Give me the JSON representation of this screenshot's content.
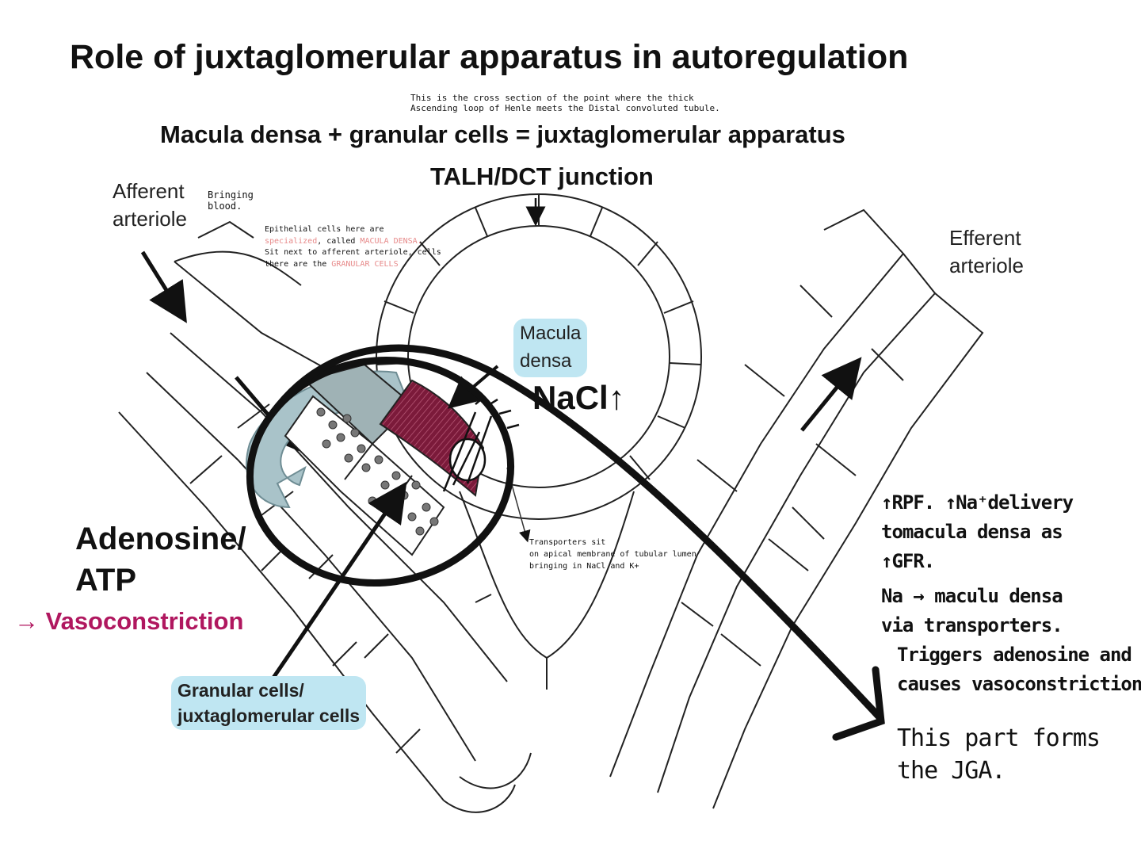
{
  "title": "Role of juxtaglomerular apparatus in autoregulation",
  "note_cross_section": [
    "This is the cross section of the point where the thick",
    "Ascending loop of Henle meets the Distal convoluted tubule."
  ],
  "subtitle": "Macula densa + granular cells = juxtaglomerular apparatus",
  "talh_label": "TALH/DCT junction",
  "afferent_label": [
    "Afferent",
    "arteriole"
  ],
  "bringing_blood_note": [
    "Bringing",
    "blood."
  ],
  "epithelial_note": {
    "line1": "Epithelial cells here are",
    "line2a": "specialized",
    "line2b": ", called ",
    "line2c": "MACULA DENSA.",
    "line3": "Sit next to afferent arteriole, cells",
    "line4a": "there are the ",
    "line4b": "GRANULAR CELLS"
  },
  "efferent_label": [
    "Efferent",
    "arteriole"
  ],
  "macula_densa_label": [
    "Macula",
    "densa"
  ],
  "nacl_label": "NaCl↑",
  "adenosine_label": [
    "Adenosine/",
    "ATP"
  ],
  "vasoconstriction_label": "→ Vasoconstriction",
  "granular_label": [
    "Granular cells/",
    "juxtaglomerular cells"
  ],
  "transporters_note": [
    "Transporters sit",
    "on apical membrane of tubular lumen",
    "bringing in NaCl and K+"
  ],
  "right_notes": [
    "↑RPF. ↑Na⁺delivery",
    "tomacula densa as",
    "↑GFR.",
    "Na → maculu densa",
    "via transporters.",
    "Triggers adenosine and",
    "causes vasoconstriction"
  ],
  "jga_note": [
    "This part forms",
    "the JGA."
  ],
  "colors": {
    "ink": "#111111",
    "bubble": "#bfe6f2",
    "pink_text": "#e78a8a",
    "vasoconstriction": "#b0175f",
    "macula_cells": "#7b1a3a",
    "teal_arrow": "#a9c3c9",
    "grey_block": "#9fb2b5"
  }
}
